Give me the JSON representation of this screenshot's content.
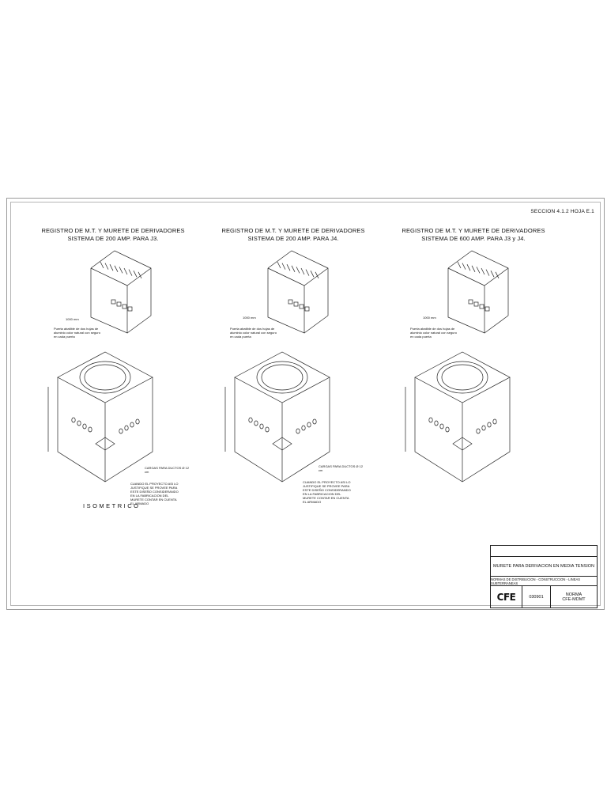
{
  "sheet": {
    "section": "SECCION 4.1.2 HOJA E.1"
  },
  "panels": [
    {
      "title_line1": "REGISTRO DE M.T. Y MURETE DE DERIVADORES",
      "title_line2": "SISTEMA DE 200 AMP. PARA J3.",
      "door_note": "Puerta abatible de dos hojas de aluminio color natural con seguro en cada puerta",
      "dim_label": "1000 mm",
      "duct_callout": "CARGAS PARA DUCTOS Ø 12 cm",
      "cover_note": "CUANDO EL PROYECTO ASI LO JUSTIFIQUE SE PROVEE PARA ESTE DISEÑO CONSIDERANDO EN LA FABRICACION DEL MURETE CONTAR EN CUENTA EL ARMADO"
    },
    {
      "title_line1": "REGISTRO DE M.T. Y MURETE DE DERIVADORES",
      "title_line2": "SISTEMA DE 200 AMP. PARA J4.",
      "door_note": "Puerta abatible de dos hojas de aluminio color natural con seguro en cada puerta",
      "dim_label": "1000 mm",
      "duct_callout": "CARGAS PARA DUCTOS Ø 12 cm",
      "cover_note": "CUANDO EL PROYECTO ASI LO JUSTIFIQUE SE PROVEE PARA ESTE DISEÑO CONSIDERANDO EN LA FABRICACION DEL MURETE CONTAR EN CUENTA EL ARMADO"
    },
    {
      "title_line1": "REGISTRO DE M.T. Y MURETE DE DERIVADORES",
      "title_line2": "SISTEMA DE 600 AMP. PARA J3 y J4.",
      "door_note": "Puerta abatible de dos hojas de aluminio color natural con seguro en cada puerta",
      "dim_label": "1000 mm"
    }
  ],
  "isometric_label": "ISOMETRICO",
  "title_block": {
    "drawing_title": "MURETE PARA DERIVACION EN MEDIA TENSION",
    "subtitle": "NORMAS DE DISTRIBUCION - CONSTRUCCION - LINEAS SUBTERRANEAS",
    "logo": "CFE",
    "code": "030901",
    "norma_label": "NORMA",
    "norma_code": "CFE-MDMT"
  }
}
